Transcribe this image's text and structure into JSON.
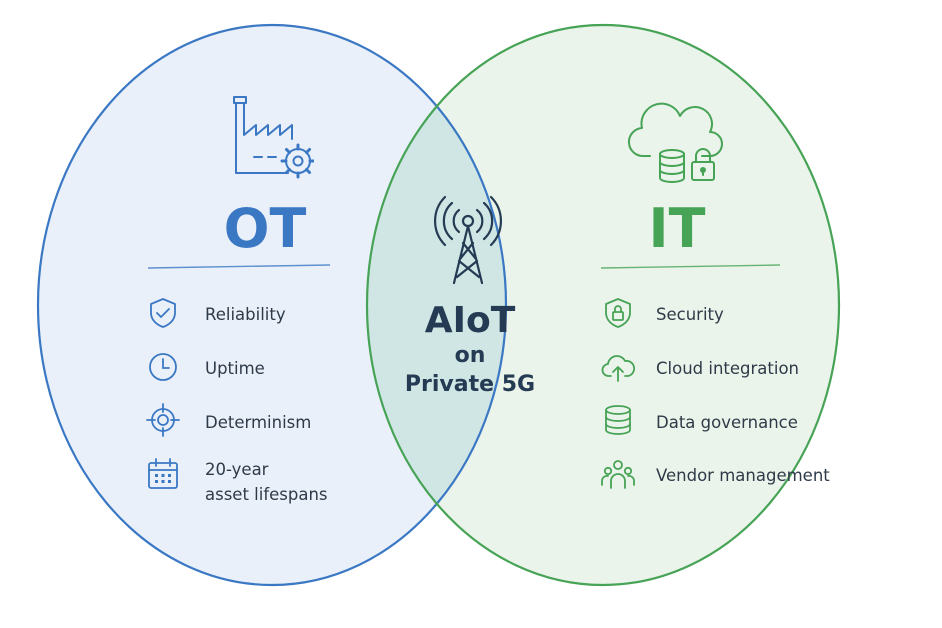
{
  "colors": {
    "ot_accent": "#3b78c4",
    "ot_fill": "#e9f0fa",
    "it_accent": "#47a356",
    "it_fill": "#eaf4ea",
    "overlap_fill": "#cfe6e4",
    "text": "#2f3a48",
    "center_text": "#243b53"
  },
  "ot": {
    "title": "OT",
    "icon": "factory-gear-icon",
    "items": [
      {
        "icon": "shield-check-icon",
        "label": "Reliability"
      },
      {
        "icon": "clock-icon",
        "label": "Uptime"
      },
      {
        "icon": "crosshair-icon",
        "label": "Determinism"
      },
      {
        "icon": "calendar-icon",
        "label_line1": "20-year",
        "label_line2": "asset lifespans"
      }
    ]
  },
  "it": {
    "title": "IT",
    "icon": "cloud-database-lock-icon",
    "items": [
      {
        "icon": "shield-lock-icon",
        "label": "Security"
      },
      {
        "icon": "cloud-upload-icon",
        "label": "Cloud integration"
      },
      {
        "icon": "database-icon",
        "label": "Data governance"
      },
      {
        "icon": "people-icon",
        "label": "Vendor management"
      }
    ]
  },
  "center": {
    "icon": "antenna-tower-icon",
    "line1": "AIoT",
    "line2": "on",
    "line3": "Private 5G"
  }
}
